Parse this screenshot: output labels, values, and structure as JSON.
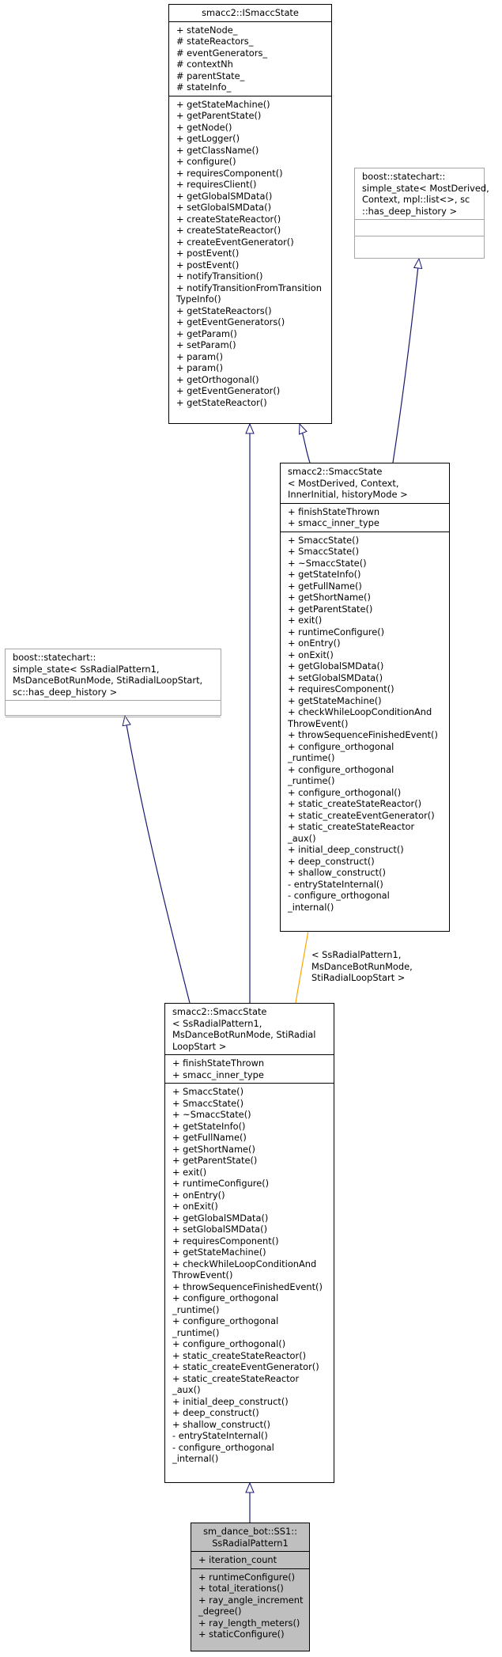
{
  "colors": {
    "edge_inherit": "#191970",
    "edge_template": "#ffa500",
    "focus_fill": "#bfbfbf",
    "undocumented_border": "#a6a6a6"
  },
  "classes": {
    "ismacc_state": {
      "title": [
        "smacc2::ISmaccState"
      ],
      "attributes": [
        "+ stateNode_",
        "# stateReactors_",
        "# eventGenerators_",
        "# contextNh",
        "# parentState_",
        "# stateInfo_"
      ],
      "methods": [
        "+ getStateMachine()",
        "+ getParentState()",
        "+ getNode()",
        "+ getLogger()",
        "+ getClassName()",
        "+ configure()",
        "+ requiresComponent()",
        "+ requiresClient()",
        "+ getGlobalSMData()",
        "+ setGlobalSMData()",
        "+ createStateReactor()",
        "+ createStateReactor()",
        "+ createEventGenerator()",
        "+ postEvent()",
        "+ postEvent()",
        "+ notifyTransition()",
        "+ notifyTransitionFromTransition",
        "TypeInfo()",
        "+ getStateReactors()",
        "+ getEventGenerators()",
        "+ getParam()",
        "+ setParam()",
        "+ param()",
        "+ param()",
        "+ getOrthogonal()",
        "+ getEventGenerator()",
        "+ getStateReactor()"
      ]
    },
    "boost_simple_state_generic": {
      "title": [
        "boost::statechart::",
        "simple_state< MostDerived,",
        "Context, mpl::list<>, sc",
        "::has_deep_history >"
      ],
      "attributes": [
        ""
      ],
      "methods": [
        ""
      ]
    },
    "smacc_state_template": {
      "title": [
        "smacc2::SmaccState",
        "< MostDerived, Context,",
        "InnerInitial, historyMode >"
      ],
      "attributes": [
        "+ finishStateThrown",
        "+ smacc_inner_type"
      ],
      "methods": [
        "+ SmaccState()",
        "+ SmaccState()",
        "+ ~SmaccState()",
        "+ getStateInfo()",
        "+ getFullName()",
        "+ getShortName()",
        "+ getParentState()",
        "+ exit()",
        "+ runtimeConfigure()",
        "+ onEntry()",
        "+ onExit()",
        "+ getGlobalSMData()",
        "+ setGlobalSMData()",
        "+ requiresComponent()",
        "+ getStateMachine()",
        "+ checkWhileLoopConditionAnd",
        "ThrowEvent()",
        "+ throwSequenceFinishedEvent()",
        "+ configure_orthogonal",
        "_runtime()",
        "+ configure_orthogonal",
        "_runtime()",
        "+ configure_orthogonal()",
        "+ static_createStateReactor()",
        "+ static_createEventGenerator()",
        "+ static_createStateReactor",
        "_aux()",
        "+ initial_deep_construct()",
        "+ deep_construct()",
        "+ shallow_construct()",
        "- entryStateInternal()",
        "- configure_orthogonal",
        "_internal()"
      ]
    },
    "boost_simple_state_specific": {
      "title": [
        "boost::statechart::",
        "simple_state< SsRadialPattern1,",
        "MsDanceBotRunMode, StiRadialLoopStart,",
        "sc::has_deep_history >"
      ],
      "attributes": [
        ""
      ],
      "methods": [
        ""
      ]
    },
    "smacc_state_specific": {
      "title": [
        "smacc2::SmaccState",
        "< SsRadialPattern1,",
        "MsDanceBotRunMode, StiRadial",
        "LoopStart >"
      ],
      "attributes": [
        "+ finishStateThrown",
        "+ smacc_inner_type"
      ],
      "methods": [
        "+ SmaccState()",
        "+ SmaccState()",
        "+ ~SmaccState()",
        "+ getStateInfo()",
        "+ getFullName()",
        "+ getShortName()",
        "+ getParentState()",
        "+ exit()",
        "+ runtimeConfigure()",
        "+ onEntry()",
        "+ onExit()",
        "+ getGlobalSMData()",
        "+ setGlobalSMData()",
        "+ requiresComponent()",
        "+ getStateMachine()",
        "+ checkWhileLoopConditionAnd",
        "ThrowEvent()",
        "+ throwSequenceFinishedEvent()",
        "+ configure_orthogonal",
        "_runtime()",
        "+ configure_orthogonal",
        "_runtime()",
        "+ configure_orthogonal()",
        "+ static_createStateReactor()",
        "+ static_createEventGenerator()",
        "+ static_createStateReactor",
        "_aux()",
        "+ initial_deep_construct()",
        "+ deep_construct()",
        "+ shallow_construct()",
        "- entryStateInternal()",
        "- configure_orthogonal",
        "_internal()"
      ]
    },
    "ss_radial_pattern1": {
      "title": [
        "sm_dance_bot::SS1::",
        "SsRadialPattern1"
      ],
      "attributes": [
        "+ iteration_count"
      ],
      "methods": [
        "+ runtimeConfigure()",
        "+ total_iterations()",
        "+ ray_angle_increment",
        "_degree()",
        "+ ray_length_meters()",
        "+ staticConfigure()"
      ]
    }
  },
  "edge_labels": {
    "template_binding": [
      "< SsRadialPattern1,",
      "MsDanceBotRunMode,",
      "StiRadialLoopStart >"
    ]
  }
}
